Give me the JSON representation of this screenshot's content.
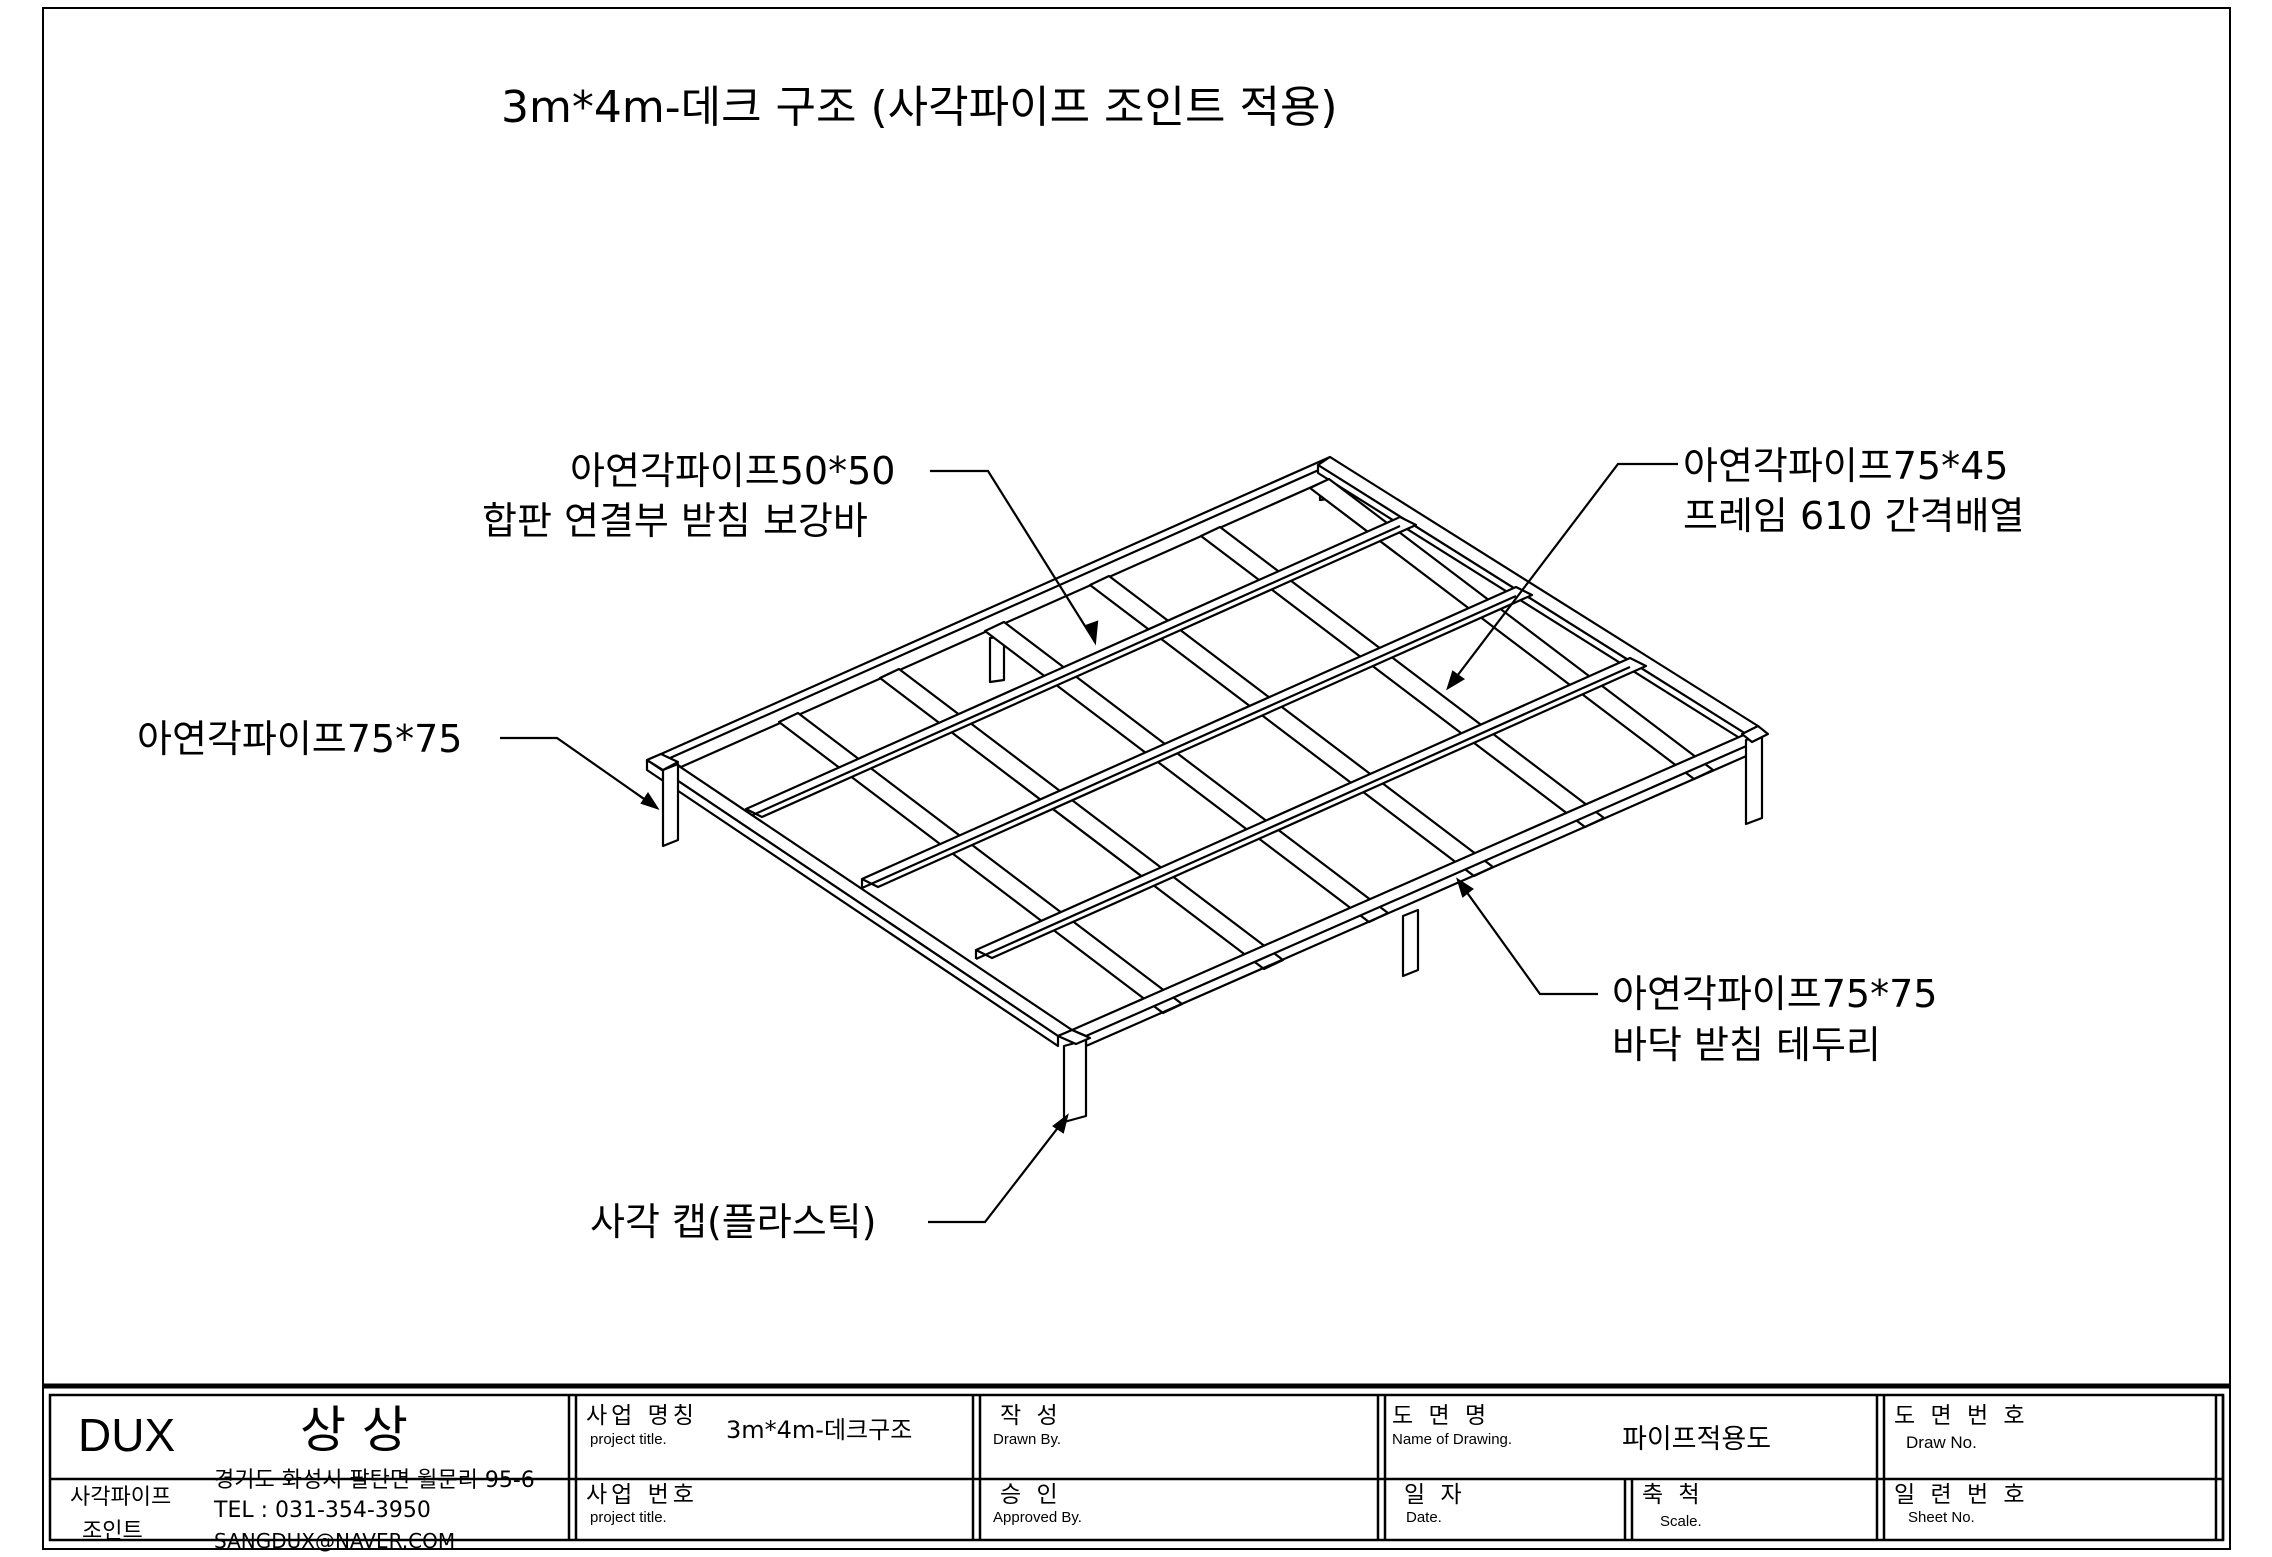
{
  "drawing": {
    "title": "3m*4m-데크 구조  (사각파이프 조인트 적용)",
    "callouts": {
      "brace": {
        "line1": "아연각파이프50*50",
        "line2": "합판 연결부 받침 보강바"
      },
      "frame": {
        "line1": "아연각파이프75*45",
        "line2": "프레임 610 간격배열"
      },
      "post": {
        "line1": "아연각파이프75*75"
      },
      "edge": {
        "line1": "아연각파이프75*75",
        "line2": "바닥 받침 테두리"
      },
      "cap": {
        "line1": "사각 캡(플라스틱)"
      }
    }
  },
  "title_block": {
    "company": {
      "brand": "DUX",
      "name": "상  상",
      "product_line1": "사각파이프",
      "product_line2": "조인트",
      "address": "경기도 화성시 팔탄면 월문리 95-6",
      "tel": "TEL : 031-354-3950",
      "email": "SANGDUX@NAVER.COM"
    },
    "project_name": {
      "label_kr": "사업 명칭",
      "label_en": "project title.",
      "value": "3m*4m-데크구조"
    },
    "project_no": {
      "label_kr": "사업 번호",
      "label_en": "project title.",
      "value": ""
    },
    "drawn_by": {
      "label_kr": "작   성",
      "label_en": "Drawn By.",
      "value": ""
    },
    "approved_by": {
      "label_kr": "승   인",
      "label_en": "Approved By.",
      "value": ""
    },
    "drawing_name": {
      "label_kr": "도  면  명",
      "label_en": "Name of Drawing.",
      "value": "파이프적용도"
    },
    "date": {
      "label_kr": "일  자",
      "label_en": "Date.",
      "value": ""
    },
    "scale": {
      "label_kr": "축  척",
      "label_en": "Scale.",
      "value": ""
    },
    "drawing_no": {
      "label_kr": "도 면 번 호",
      "label_en": "Draw No.",
      "value": ""
    },
    "sheet_no": {
      "label_kr": "일 련 번 호",
      "label_en": "Sheet No.",
      "value": ""
    }
  }
}
